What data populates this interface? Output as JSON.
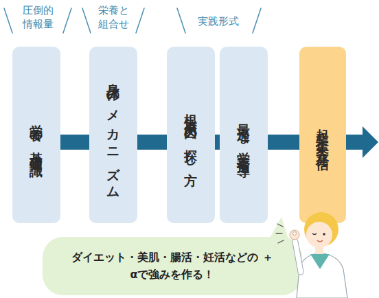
{
  "diagram": {
    "nodes": [
      {
        "text": [
          "栄養の基礎知識"
        ]
      },
      {
        "text": [
          "身体のメカニズム"
        ]
      },
      {
        "text": [
          "根本原因の探し方"
        ]
      },
      {
        "text": [
          "最適な栄養指導"
        ]
      },
      {
        "text": [
          "起業・集客・発信"
        ]
      },
      {
        "text": [
          "ダイエット・美肌・腸活・妊活などの ＋αで強みを作る！"
        ]
      }
    ],
    "edges": [
      {
        "from": 0,
        "to": 1,
        "arrow": "none"
      },
      {
        "from": 1,
        "to": 2,
        "arrow": "none"
      },
      {
        "from": 2,
        "to": 3,
        "arrow": "none"
      },
      {
        "from": 3,
        "to": 4,
        "arrow": "none"
      }
    ],
    "labels": [
      "圧倒的 情報量",
      "栄養と 組合せ",
      "実践形式"
    ]
  }
}
